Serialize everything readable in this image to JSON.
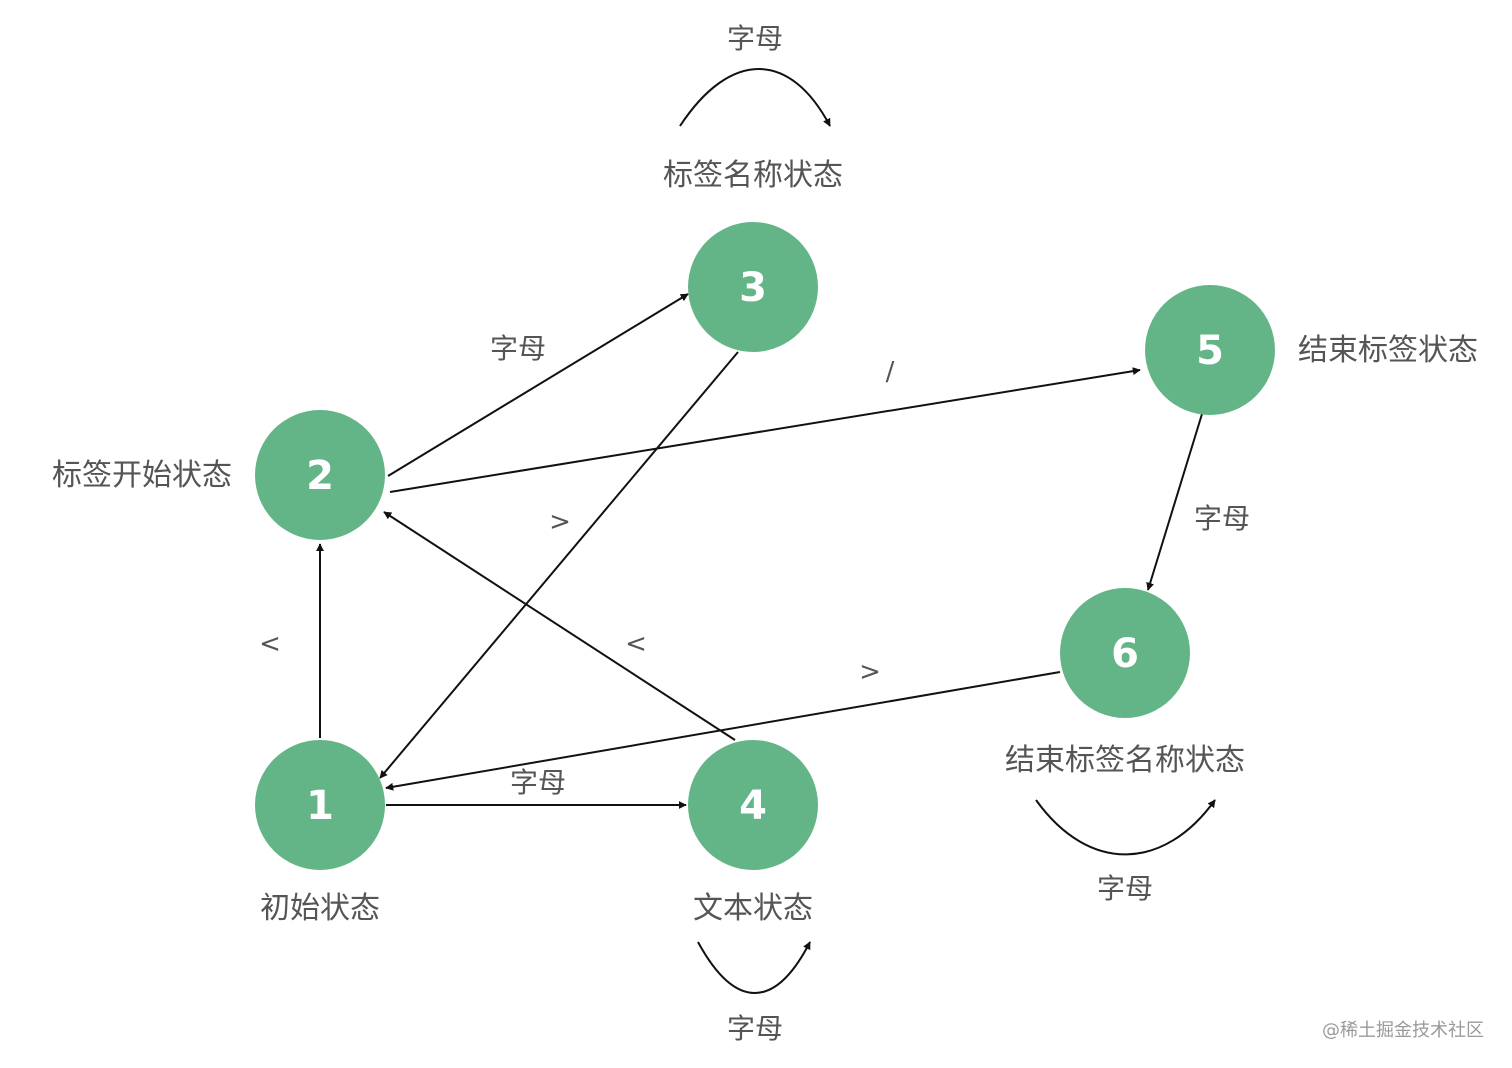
{
  "nodes": [
    {
      "id": "1",
      "label": "初始状态"
    },
    {
      "id": "2",
      "label": "标签开始状态"
    },
    {
      "id": "3",
      "label": "标签名称状态"
    },
    {
      "id": "4",
      "label": "文本状态"
    },
    {
      "id": "5",
      "label": "结束标签状态"
    },
    {
      "id": "6",
      "label": "结束标签名称状态"
    }
  ],
  "edges": [
    {
      "from": "1",
      "to": "2",
      "label": "<"
    },
    {
      "from": "2",
      "to": "3",
      "label": "字母"
    },
    {
      "from": "2",
      "to": "5",
      "label": "/"
    },
    {
      "from": "3",
      "to": "1",
      "label": ">"
    },
    {
      "from": "4",
      "to": "2",
      "label": "<"
    },
    {
      "from": "6",
      "to": "1",
      "label": ">"
    },
    {
      "from": "1",
      "to": "4",
      "label": "字母"
    },
    {
      "from": "5",
      "to": "6",
      "label": "字母"
    },
    {
      "from": "3",
      "to": "3",
      "label": "字母"
    },
    {
      "from": "4",
      "to": "4",
      "label": "字母"
    },
    {
      "from": "6",
      "to": "6",
      "label": "字母"
    }
  ],
  "watermark": "@稀土掘金技术社区",
  "colors": {
    "node_fill": "#63b587",
    "node_text": "#ffffff",
    "label_text": "#555555",
    "edge": "#111111"
  }
}
